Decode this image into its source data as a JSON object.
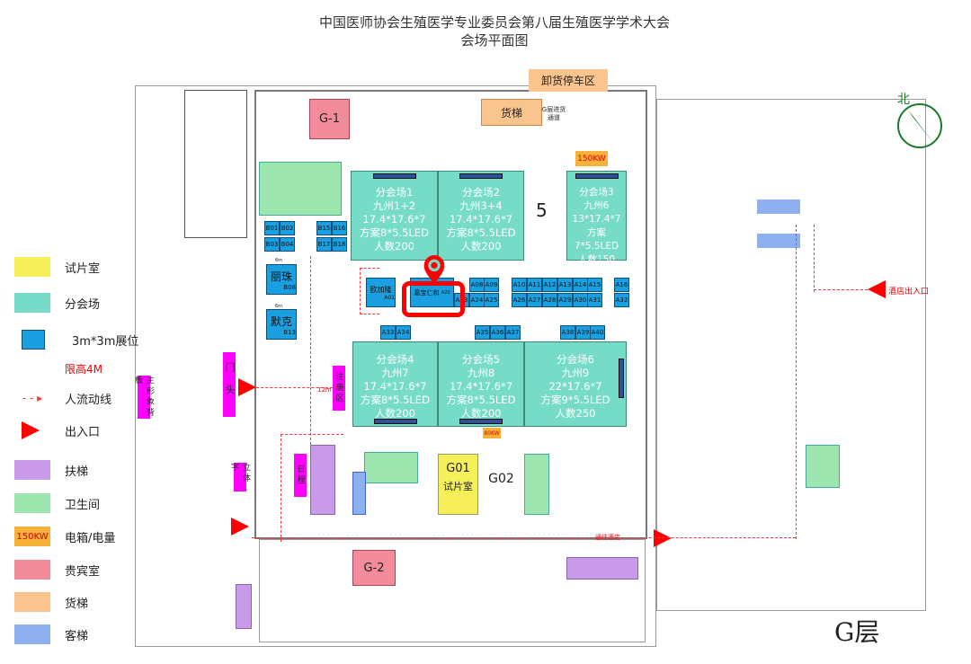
{
  "title": {
    "line1": "中国医师协会生殖医学专业委员会第八届生殖医学学术大会",
    "line2": "会场平面图"
  },
  "floor_label": "G层",
  "compass": "北",
  "legend": [
    {
      "label": "试片室",
      "color": "#f5ef5a"
    },
    {
      "label": "分会场",
      "color": "#76dcc8"
    },
    {
      "label": "3m*3m展位",
      "color": "#1aa0e0"
    },
    {
      "label": "限高4M",
      "color": "#e00000"
    },
    {
      "label": "人流动线",
      "color": "#ff3333"
    },
    {
      "label": "出入口",
      "color": "#ff0000"
    },
    {
      "label": "扶梯",
      "color": "#c89ae8"
    },
    {
      "label": "卫生间",
      "color": "#9ee6b0"
    },
    {
      "label": "电箱/电量",
      "color": "#f7b23b",
      "swatch_text": "150KW"
    },
    {
      "label": "贵宾室",
      "color": "#f28c9a"
    },
    {
      "label": "货梯",
      "color": "#f9c48e"
    },
    {
      "label": "客梯",
      "color": "#8fb0ee"
    }
  ],
  "halls": [
    {
      "name": "分会场1",
      "room": "九州1+2",
      "size": "17.4*17.6*7",
      "plan": "方案8*5.5LED",
      "capacity": "人数200"
    },
    {
      "name": "分会场2",
      "room": "九州3+4",
      "size": "17.4*17.6*7",
      "plan": "方案8*5.5LED",
      "capacity": "人数200"
    },
    {
      "name": "分会场3",
      "room": "九州6",
      "size": "13*17.4*7",
      "plan": "方案7*5.5LED",
      "capacity": "人数150"
    },
    {
      "name": "分会场4",
      "room": "九州7",
      "size": "17.4*17.6*7",
      "plan": "方案8*5.5LED",
      "capacity": "人数200"
    },
    {
      "name": "分会场5",
      "room": "九州8",
      "size": "17.4*17.6*7",
      "plan": "方案8*5.5LED",
      "capacity": "人数200"
    },
    {
      "name": "分会场6",
      "room": "九州9",
      "size": "22*17.6*7",
      "plan": "方案9*5.5LED",
      "capacity": "人数250"
    }
  ],
  "room5": "5",
  "booths": [
    "B01",
    "B02",
    "B03",
    "B04",
    "B15",
    "B16",
    "B17",
    "B18",
    "A08",
    "A09",
    "A10",
    "A11",
    "A12",
    "A13",
    "A14",
    "A15",
    "A16",
    "A23",
    "A24",
    "A25",
    "A26",
    "A27",
    "A28",
    "A29",
    "A30",
    "A31",
    "A32",
    "A33",
    "A34",
    "A35",
    "A36",
    "A37",
    "A38",
    "A39",
    "A40"
  ],
  "big_booths": [
    {
      "name": "丽珠",
      "code": "B08"
    },
    {
      "name": "默克",
      "code": "B13"
    },
    {
      "name": "欧加隆",
      "code": "A01"
    }
  ],
  "highlight_booth": {
    "name": "嘉宝仁和",
    "code": "A20"
  },
  "width_notes": [
    "6m",
    "6m",
    "12m"
  ],
  "rooms": {
    "g1": "G-1",
    "g2": "G-2",
    "g01": "G01",
    "g01_sub": "试片室",
    "g02": "G02",
    "cargo_lift": "货梯",
    "cargo_entry": "G层进货通道",
    "unload": "卸货停车区",
    "power1": "150KW",
    "power2": "80KW"
  },
  "signs": {
    "backdrop": "主形象背板",
    "gate": "门头",
    "register": "注册区",
    "sign3d": "立体字",
    "schedule": "日程"
  },
  "exits": {
    "hotel_entry": "酒店出入口",
    "to_hotel": "通往酒店"
  }
}
